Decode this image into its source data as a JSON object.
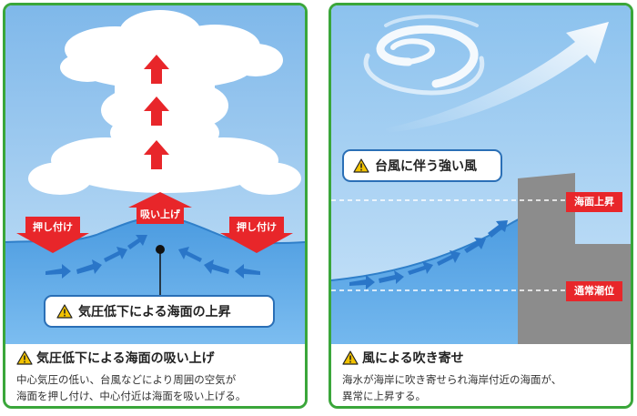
{
  "left": {
    "labels": {
      "push_left": "押し付け",
      "push_right": "押し付け",
      "suck_up": "吸い上げ"
    },
    "callout": "気圧低下による海面の上昇",
    "caption_title": "気圧低下による海面の吸い上げ",
    "caption_body_line1": "中心気圧の低い、台風などにより周囲の空気が",
    "caption_body_line2": "海面を押し付け、中心付近は海面を吸い上げる。"
  },
  "right": {
    "callout": "台風に伴う強い風",
    "label_raised": "海面上昇",
    "label_normal": "通常潮位",
    "caption_title": "風による吹き寄せ",
    "caption_body_line1": "海水が海岸に吹き寄せられ海岸付近の海面が、",
    "caption_body_line2": "異常に上昇する。"
  },
  "colors": {
    "frame": "#3aa63a",
    "sky": "#a9d1f2",
    "sea": "#5aa8e6",
    "arrow_red": "#e8262a",
    "callout_border": "#2a6fb6",
    "warning": "#f2c200",
    "cliff": "#8c8c8c"
  },
  "icons": [
    "warning-icon",
    "up-arrow-icon",
    "down-arrow-icon",
    "swirl-icon",
    "wind-arrow-icon"
  ]
}
